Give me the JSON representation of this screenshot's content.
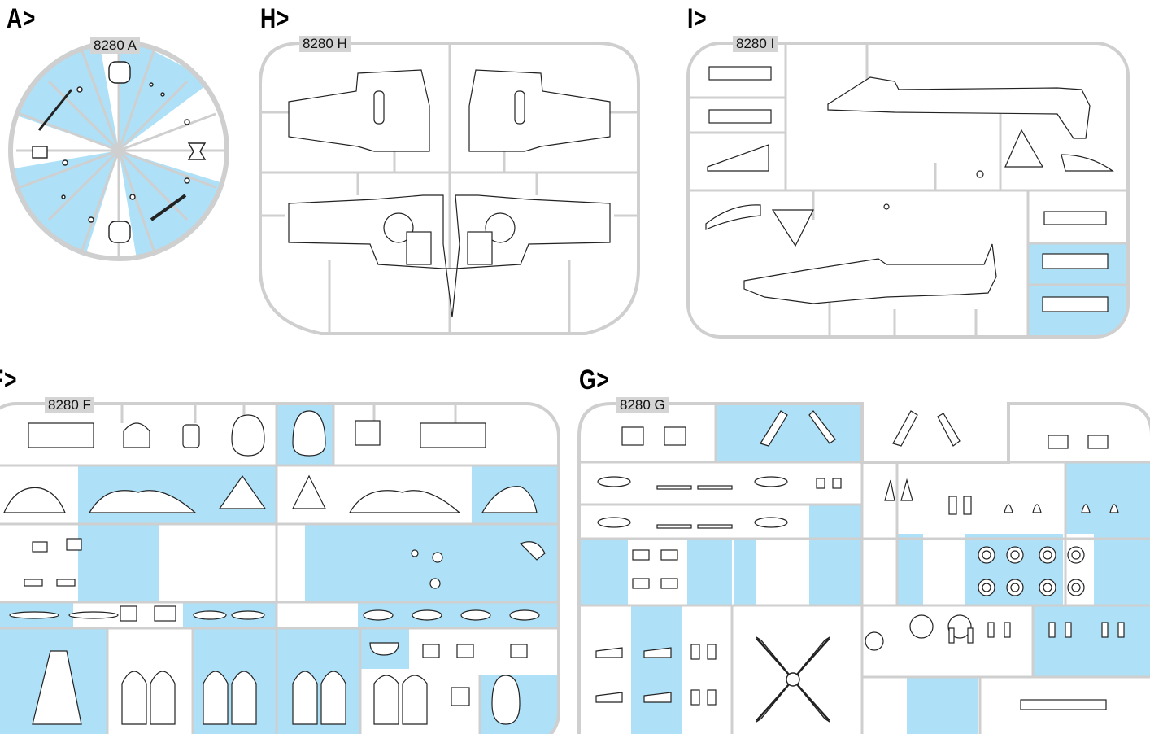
{
  "colors": {
    "runner": "#cfcfcf",
    "highlight": "#aee0f7",
    "part": "#222222",
    "background": "#ffffff"
  },
  "sprues": {
    "A": {
      "title": "A>",
      "code": "8280 A"
    },
    "H": {
      "title": "H>",
      "code": "8280 H"
    },
    "I": {
      "title": "I>",
      "code": "8280 I"
    },
    "F": {
      "title": "F>",
      "code": "8280 F"
    },
    "G": {
      "title": "G>",
      "code": "8280 G"
    }
  }
}
